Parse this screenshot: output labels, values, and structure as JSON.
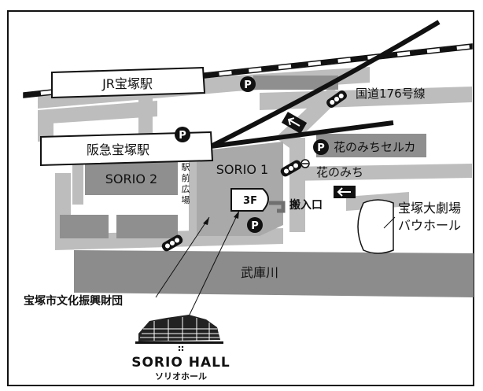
{
  "colors": {
    "road": "#bdbdbd",
    "block": "#8f8f8f",
    "river": "#8c8c8c",
    "rail": "#111111",
    "frame": "#111111",
    "building_fill": "#ffffff",
    "sorio1_fill": "#a9a9a9"
  },
  "labels": {
    "jr_station": "JR宝塚駅",
    "hankyu_station": "阪急宝塚駅",
    "sorio1": "SORIO 1",
    "sorio2": "SORIO 2",
    "ekimae_hiroba": [
      "駅",
      "前",
      "広",
      "場"
    ],
    "floor_3f": "3F",
    "loading_entrance": "搬入口",
    "route176": "国道176号線",
    "hanano_michi": "花のみち",
    "hanano_michi_serca": "花のみちセルカ",
    "takarazuka_theater_line1": "宝塚大劇場",
    "takarazuka_theater_line2": "バウホール",
    "mukogawa": "武庫川",
    "foundation": "宝塚市文化振興財団"
  },
  "parking_symbol": "P",
  "icons": {
    "parking": "parking-icon",
    "car": "car-icon",
    "arrow": "arrow-left-icon",
    "hall": "sorio-hall-building-icon"
  },
  "logo": {
    "name": "SORIO HALL",
    "kana": "ソリオホール"
  }
}
